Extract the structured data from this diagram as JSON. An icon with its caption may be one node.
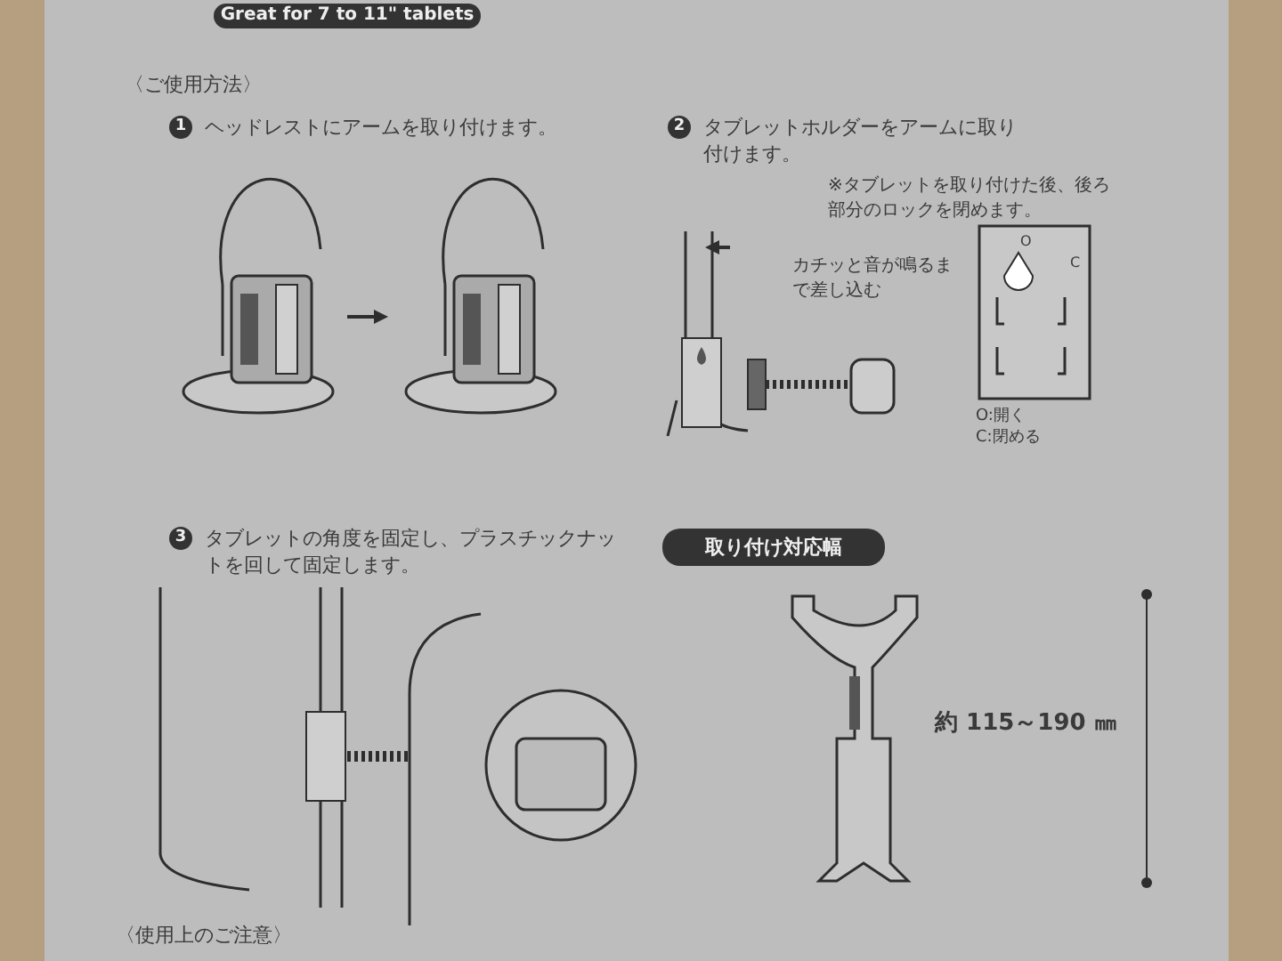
{
  "diagram": {
    "nodes": [
      {
        "text": [
          "Great for 7 to 11\" tablets"
        ]
      },
      {
        "text": [],
        "shape": "picture"
      },
      {
        "text": [],
        "shape": "picture"
      },
      {
        "text": [
          "取り付け対応幅"
        ]
      }
    ],
    "edges": [
      {
        "from": 1,
        "to": 2,
        "arrow": "to"
      }
    ],
    "labels": [
      "〈ご使用方法〉",
      "1",
      "ヘッドレストにアームを取り付けます。",
      "2",
      "タブレットホルダーをアームに取り付けます。",
      "※タブレットを取り付けた後、後ろ部分のロックを閉めます。",
      "カチッと音が鳴るまで差し込む",
      "O",
      "C",
      "O:開く",
      "C:閉める",
      "3",
      "タブレットの角度を固定し、プラスチックナットを回して固定します。",
      "約 115～190 ㎜",
      "〈使用上のご注意〉"
    ]
  }
}
